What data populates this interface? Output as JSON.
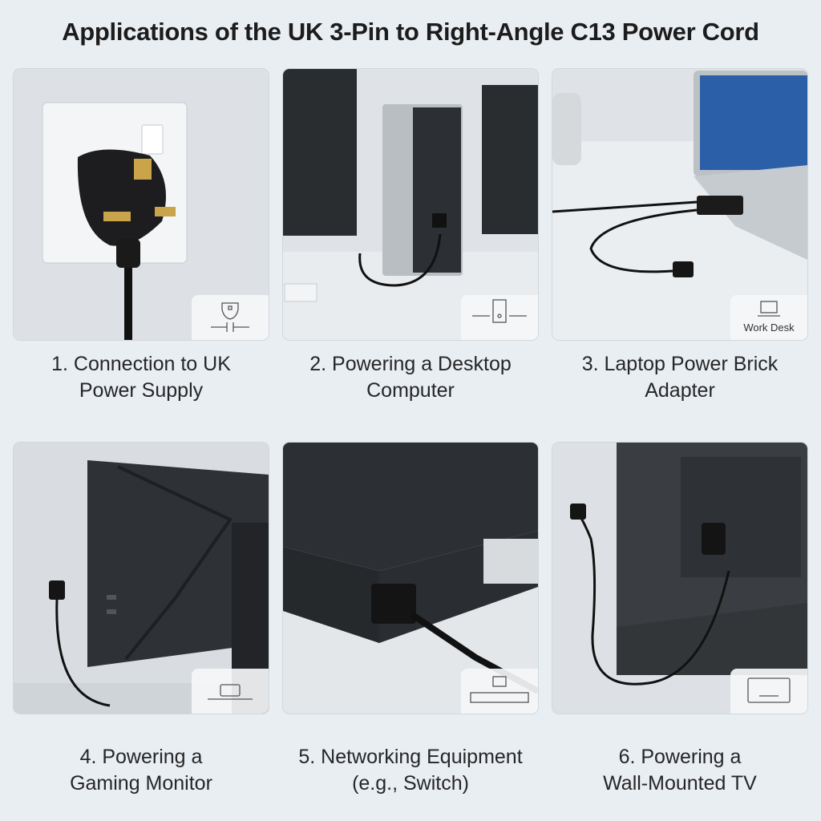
{
  "title": "Applications of the UK 3-Pin to Right-Angle C13 Power Cord",
  "cards": [
    {
      "icon": "uk-plug-icon",
      "caption_line1": "1. Connection to UK",
      "caption_line2": "Power Supply"
    },
    {
      "icon": "desktop-tower-icon",
      "caption_line1": "2. Powering a Desktop",
      "caption_line2": "Computer"
    },
    {
      "icon": "work-desk-icon",
      "badge_label": "Work Desk",
      "caption_line1": "3. Laptop Power Brick",
      "caption_line2": "Adapter"
    },
    {
      "icon": "monitor-port-icon",
      "caption_line1": "4. Powering a",
      "caption_line2": "Gaming Monitor"
    },
    {
      "icon": "network-switch-icon",
      "caption_line1": "5. Networking Equipment",
      "caption_line2": "(e.g., Switch)"
    },
    {
      "icon": "wall-mount-icon",
      "caption_line1": "6. Powering a",
      "caption_line2": "Wall-Mounted TV"
    }
  ],
  "colors": {
    "background": "#e9eef3",
    "cable": "#111111",
    "plug_pin": "#c9a44a"
  }
}
